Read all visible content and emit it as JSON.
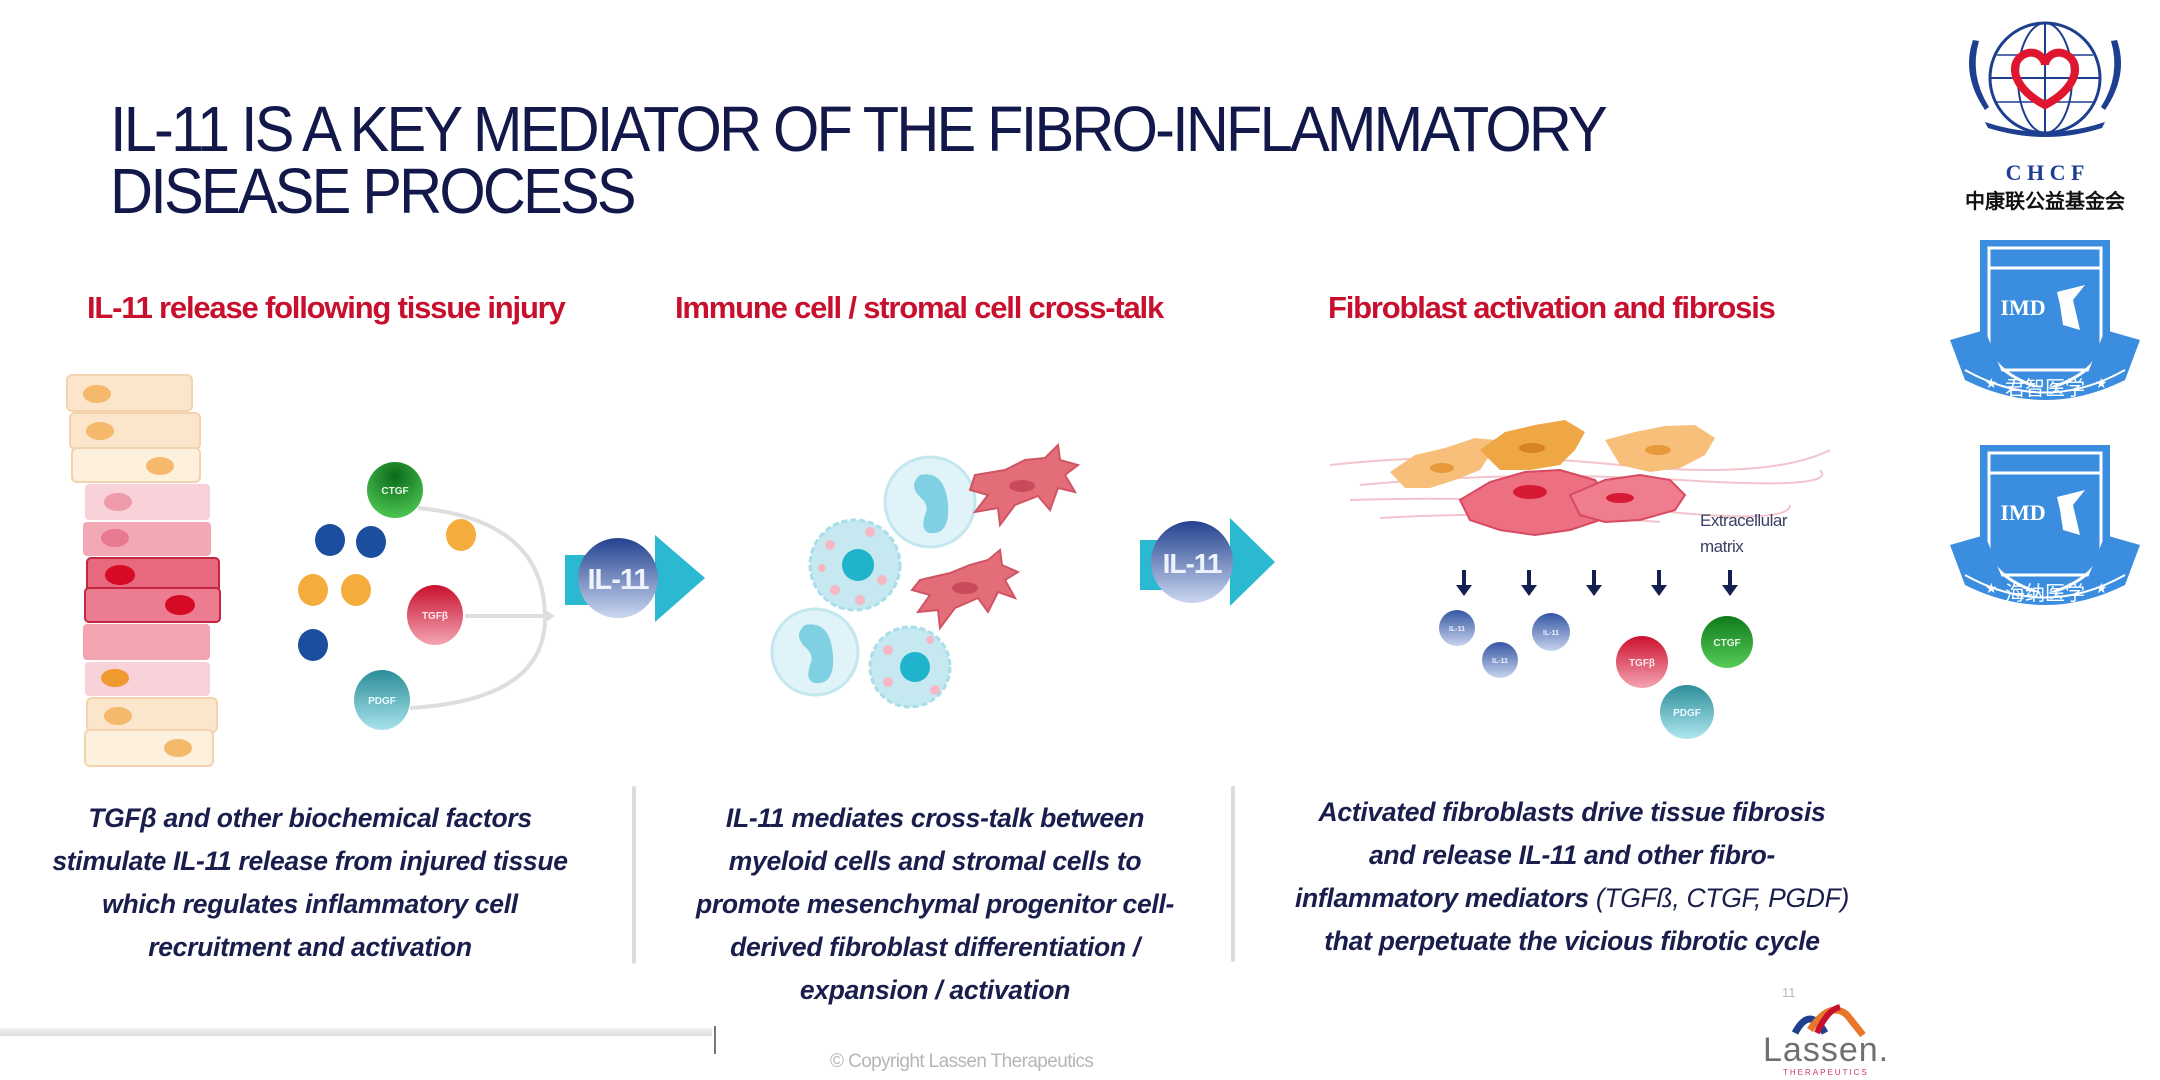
{
  "slide": {
    "title_lines": [
      "IL-11 IS A KEY MEDIATOR OF THE FIBRO-INFLAMMATORY",
      "DISEASE PROCESS"
    ],
    "page_number": "11",
    "copyright": "© Copyright Lassen Therapeutics",
    "colors": {
      "title": "#13184a",
      "heading": "#c8102e",
      "caption": "#1a1e4c",
      "arrow": "#2bb8d1",
      "il11": "#3a58a8"
    }
  },
  "sections": [
    {
      "heading": "IL-11 release following tissue injury",
      "caption_lines": [
        "TGFβ and other biochemical factors",
        "stimulate IL-11 release from injured tissue",
        "which regulates inflammatory cell",
        "recruitment and activation"
      ],
      "molecules": {
        "ctgf": "CTGF",
        "tgfb": "TGFβ",
        "pdgf": "PDGF"
      },
      "arrow_label": "IL-11"
    },
    {
      "heading": "Immune cell / stromal cell cross-talk",
      "caption_lines": [
        "IL-11 mediates cross-talk between",
        "myeloid cells and stromal cells to",
        "promote mesenchymal progenitor cell-",
        "derived fibroblast differentiation /",
        "expansion / activation"
      ],
      "arrow_label": "IL-11"
    },
    {
      "heading": "Fibroblast activation and fibrosis",
      "caption_lines": [
        "Activated fibroblasts drive tissue fibrosis",
        "and release IL-11 and other fibro-"
      ],
      "caption_line3_bold": "inflammatory mediators",
      "caption_line3_normal": " (TGFß, CTGF, PGDF)",
      "caption_line4": "that perpetuate the vicious fibrotic cycle",
      "ecm_label_lines": [
        "Extracellular",
        "matrix"
      ],
      "molecules": {
        "il11": "IL-11",
        "tgfb": "TGFβ",
        "ctgf": "CTGF",
        "pdgf": "PDGF"
      }
    }
  ],
  "logos": {
    "chcf": {
      "acronym": "C H C F",
      "chinese": "中康联公益基金会"
    },
    "imd1": {
      "acronym": "IMD",
      "banner": "君智医学"
    },
    "imd2": {
      "acronym": "IMD",
      "banner": "海纳医学"
    },
    "lassen": {
      "name": "Lassen.",
      "sub": "THERAPEUTICS"
    }
  }
}
